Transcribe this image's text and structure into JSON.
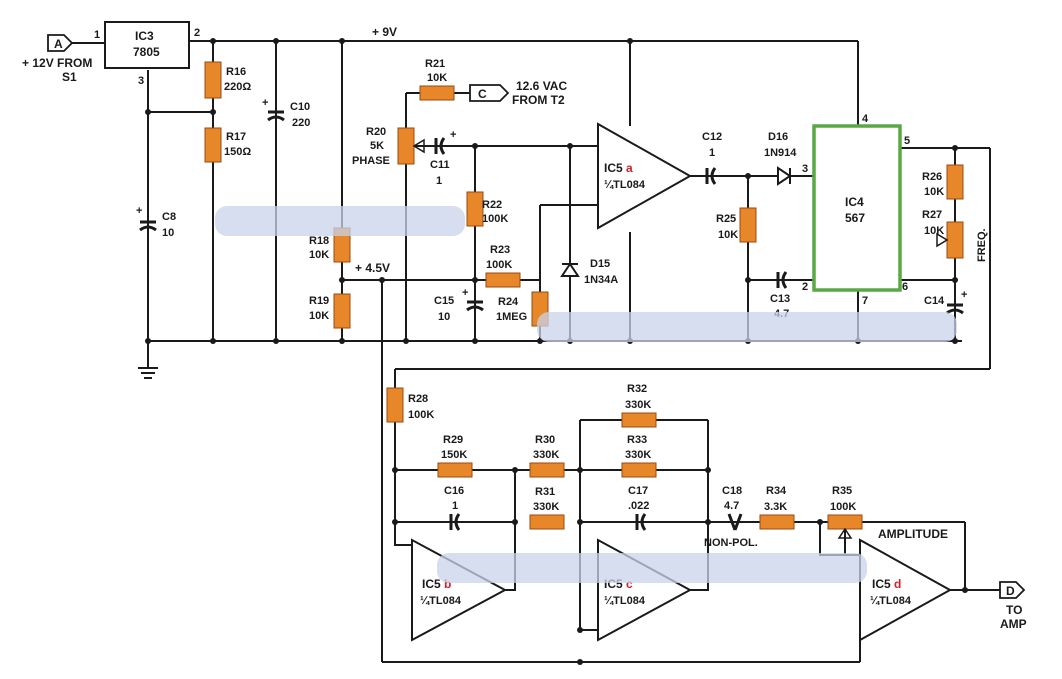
{
  "supply": {
    "label": "+ 9V",
    "mid": "+ 4.5V"
  },
  "connectors": {
    "a": {
      "letter": "A",
      "text1": "+ 12V FROM",
      "text2": "S1"
    },
    "c": {
      "letter": "C",
      "text1": "12.6 VAC",
      "text2": "FROM T2"
    },
    "d": {
      "letter": "D",
      "text1": "TO",
      "text2": "AMP"
    }
  },
  "ic3": {
    "name": "IC3",
    "part": "7805",
    "pin1": "1",
    "pin2": "2",
    "pin3": "3"
  },
  "ic4": {
    "name": "IC4",
    "part": "567",
    "pin3": "3",
    "pin4": "4",
    "pin5": "5",
    "pin6": "6",
    "pin2": "2",
    "pin7": "7"
  },
  "ic5a": {
    "name": "IC5",
    "unit": "a",
    "part": "¼TL084"
  },
  "ic5b": {
    "name": "IC5",
    "unit": "b",
    "part": "¼TL084"
  },
  "ic5c": {
    "name": "IC5",
    "unit": "c",
    "part": "¼TL084"
  },
  "ic5d": {
    "name": "IC5",
    "unit": "d",
    "part": "¼TL084"
  },
  "components": {
    "r16": {
      "ref": "R16",
      "val": "220Ω"
    },
    "r17": {
      "ref": "R17",
      "val": "150Ω"
    },
    "c8": {
      "ref": "C8",
      "val": "10"
    },
    "c10": {
      "ref": "C10",
      "val": "220"
    },
    "r18": {
      "ref": "R18",
      "val": "10K"
    },
    "r19": {
      "ref": "R19",
      "val": "10K"
    },
    "r20": {
      "ref": "R20",
      "val": "5K",
      "extra": "PHASE"
    },
    "r21": {
      "ref": "R21",
      "val": "10K"
    },
    "c11": {
      "ref": "C11",
      "val": "1"
    },
    "r22": {
      "ref": "R22",
      "val": "100K"
    },
    "r23": {
      "ref": "R23",
      "val": "100K"
    },
    "r24": {
      "ref": "R24",
      "val": "1MEG"
    },
    "c15": {
      "ref": "C15",
      "val": "10"
    },
    "d15": {
      "ref": "D15",
      "val": "1N34A"
    },
    "c12": {
      "ref": "C12",
      "val": "1"
    },
    "d16": {
      "ref": "D16",
      "val": "1N914"
    },
    "r25": {
      "ref": "R25",
      "val": "10K"
    },
    "c13": {
      "ref": "C13",
      "val": "4.7"
    },
    "r26": {
      "ref": "R26",
      "val": "10K"
    },
    "r27": {
      "ref": "R27",
      "val": "10K",
      "extra": "FREQ."
    },
    "c14": {
      "ref": "C14",
      "val": ""
    },
    "r28": {
      "ref": "R28",
      "val": "100K"
    },
    "r29": {
      "ref": "R29",
      "val": "150K"
    },
    "r30": {
      "ref": "R30",
      "val": "330K"
    },
    "r31": {
      "ref": "R31",
      "val": "330K"
    },
    "r32": {
      "ref": "R32",
      "val": "330K"
    },
    "r33": {
      "ref": "R33",
      "val": "330K"
    },
    "c16": {
      "ref": "C16",
      "val": "1"
    },
    "c17": {
      "ref": "C17",
      "val": ".022"
    },
    "c18": {
      "ref": "C18",
      "val": "4.7",
      "extra": "NON-POL."
    },
    "r34": {
      "ref": "R34",
      "val": "3.3K"
    },
    "r35": {
      "ref": "R35",
      "val": "100K",
      "extra": "AMPLITUDE"
    }
  }
}
